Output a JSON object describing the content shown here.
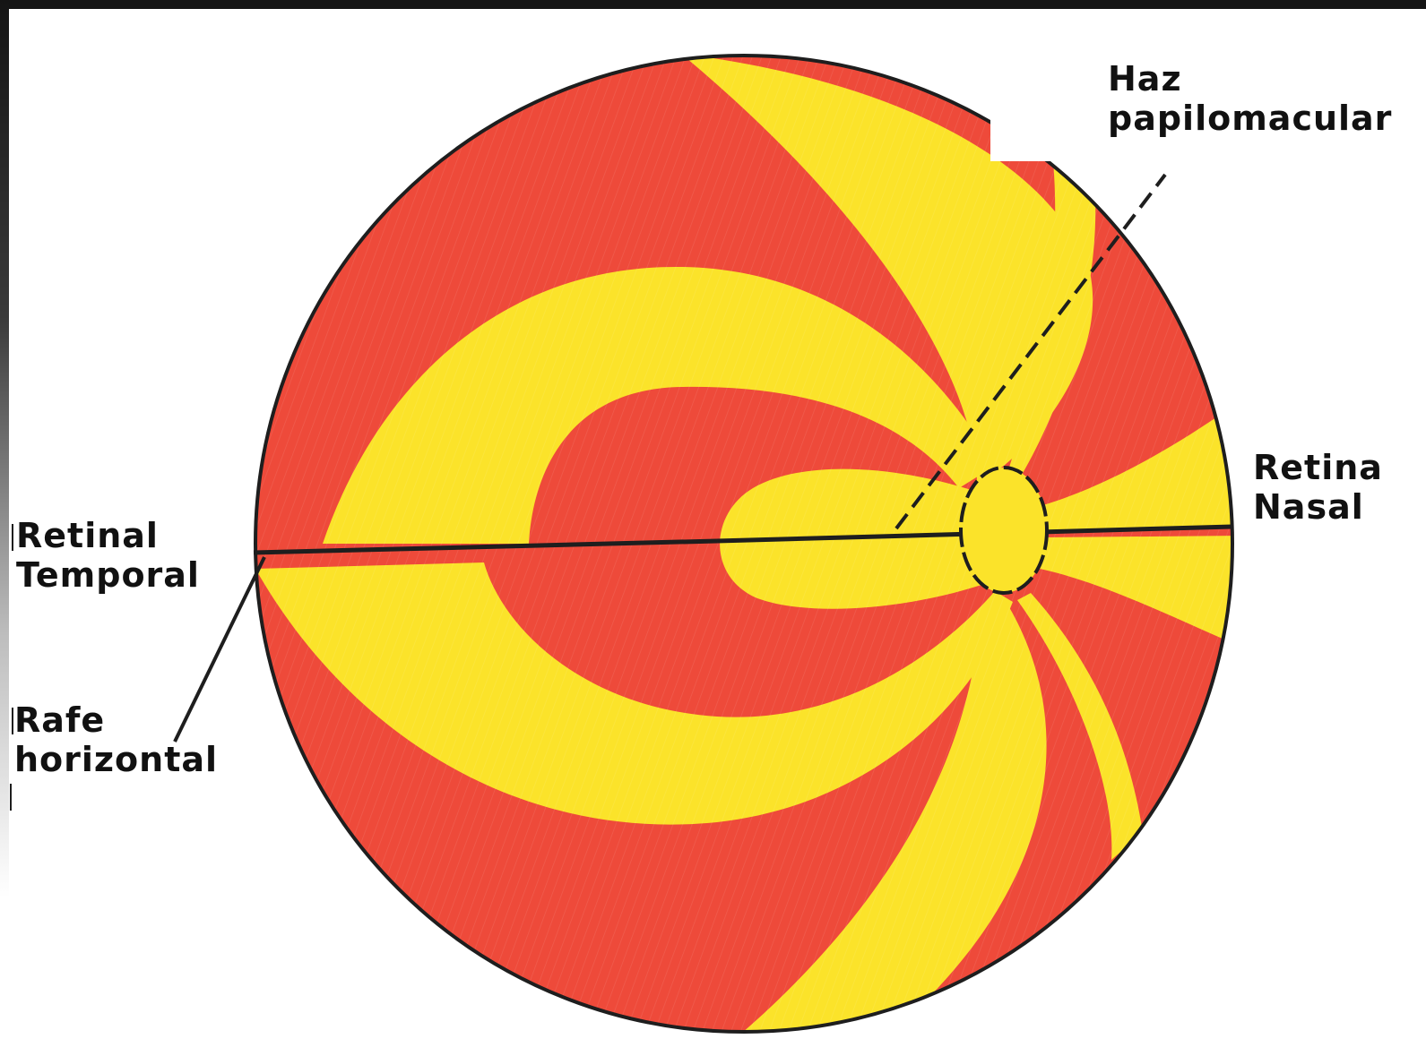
{
  "labels": {
    "haz_papilomacular": {
      "line1": "Haz",
      "line2": "papilomacular"
    },
    "retina_nasal": {
      "line1": "Retina",
      "line2": "Nasal"
    },
    "retinal_temporal": {
      "line1": "Retinal",
      "line2": "Temporal"
    },
    "rafe_horizontal": {
      "line1": "Rafe",
      "line2": "horizontal"
    }
  },
  "colors": {
    "red_band": "#ee4a3a",
    "yellow_band": "#fbe32a",
    "outline": "#1e1e1e",
    "frame": "#151515"
  }
}
